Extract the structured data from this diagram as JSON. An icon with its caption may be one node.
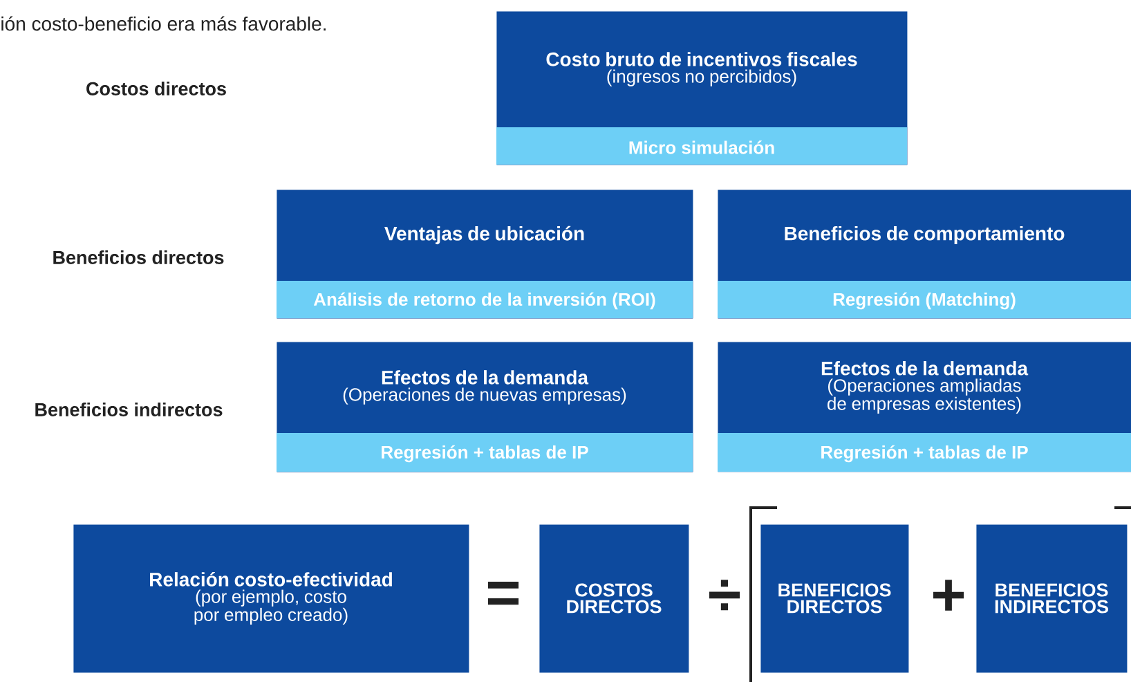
{
  "diagram": {
    "nodes": [
      {
        "text": [
          "Costo bruto de incentivos fiscales",
          "(ingresos no percibidos)",
          "Micro simulación"
        ]
      },
      {
        "text": [
          "Ventajas de ubicación",
          "Análisis de retorno de la inversión (ROI)"
        ]
      },
      {
        "text": [
          "Beneficios de comportamiento",
          "Regresión (Matching)"
        ]
      },
      {
        "text": [
          "Efectos de la demanda",
          "(Operaciones de nuevas empresas)",
          "Regresión + tablas de IP"
        ]
      },
      {
        "text": [
          "Efectos de la demanda",
          "(Operaciones ampliadas de empresas existentes)",
          "Regresión + tablas de IP"
        ]
      },
      {
        "text": [
          "Relación costo-efectividad",
          "(por ejemplo, costo por empleo creado)"
        ]
      },
      {
        "text": [
          "COSTOS DIRECTOS"
        ]
      },
      {
        "text": [
          "BENEFICIOS DIRECTOS"
        ]
      },
      {
        "text": [
          "BENEFICIOS INDIRECTOS"
        ]
      }
    ],
    "labels": [
      "ión costo-beneficio era más favorable.",
      "Costos directos",
      "Beneficios directos",
      "Beneficios indirectos",
      "=",
      "÷",
      "+"
    ]
  }
}
